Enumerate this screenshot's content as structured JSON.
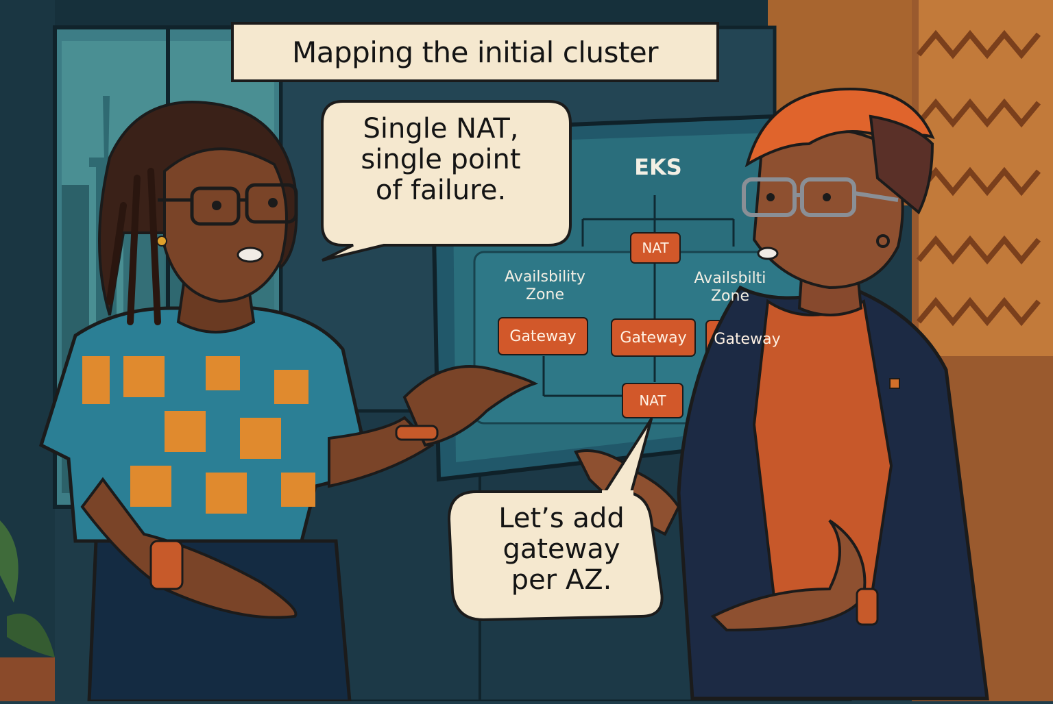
{
  "caption": "Mapping the initial cluster",
  "bubble_left": {
    "line1": "Single NAT,",
    "line2": "single point",
    "line3": "of failure."
  },
  "bubble_right": {
    "line1": "Let’s add",
    "line2": "gateway",
    "line3": "per AZ."
  },
  "diagram": {
    "title": "EKS",
    "nat_top": "NAT",
    "nat_bottom": "NAT",
    "az_left_line1": "Availsbility",
    "az_left_line2": "Zone",
    "az_right_line1": "Availsbilti",
    "az_right_line2": "Zone",
    "gateway_1": "Gateway",
    "gateway_2": "Gateway",
    "gateway_3": "Gateway"
  },
  "colors": {
    "screen": "#2a6e7c",
    "box_orange": "#d2582a",
    "bubble": "#f5e8cf",
    "outline": "#1b1b1b"
  }
}
